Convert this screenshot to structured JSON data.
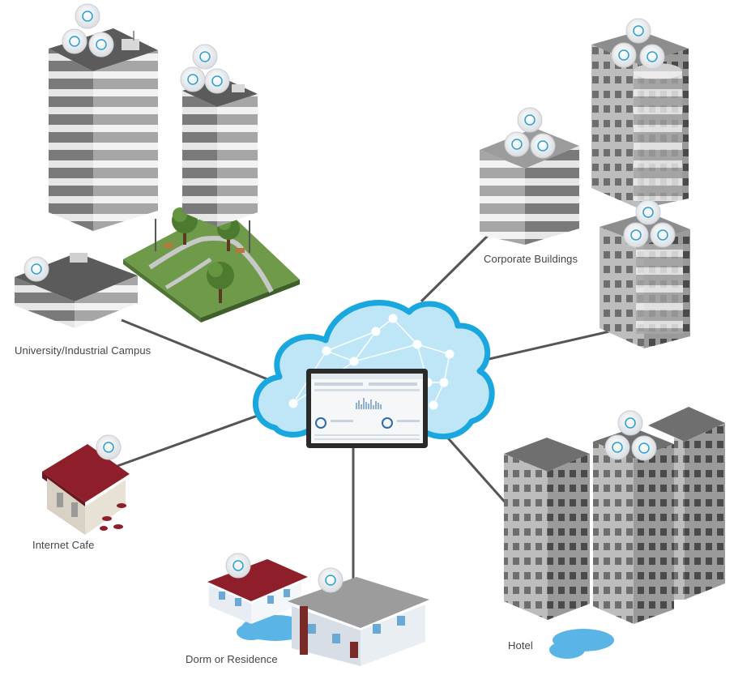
{
  "diagram": {
    "hub": "cloud-controller",
    "sites": [
      {
        "id": "campus",
        "label": "University/Industrial Campus"
      },
      {
        "id": "corporate",
        "label": "Corporate Buildings"
      },
      {
        "id": "cafe",
        "label": "Internet Cafe"
      },
      {
        "id": "dorm",
        "label": "Dorm or Residence"
      },
      {
        "id": "hotel",
        "label": "Hotel"
      }
    ]
  },
  "colors": {
    "link_line": "#555555",
    "cloud_fill": "#bfe6f7",
    "cloud_stroke": "#1aa7e0",
    "ap_ring": "#2a9fd8",
    "roof_red": "#8e1f2a",
    "water": "#5ab4e5",
    "grass": "#6f9a4a",
    "building_gray": "#8a8a8a"
  }
}
